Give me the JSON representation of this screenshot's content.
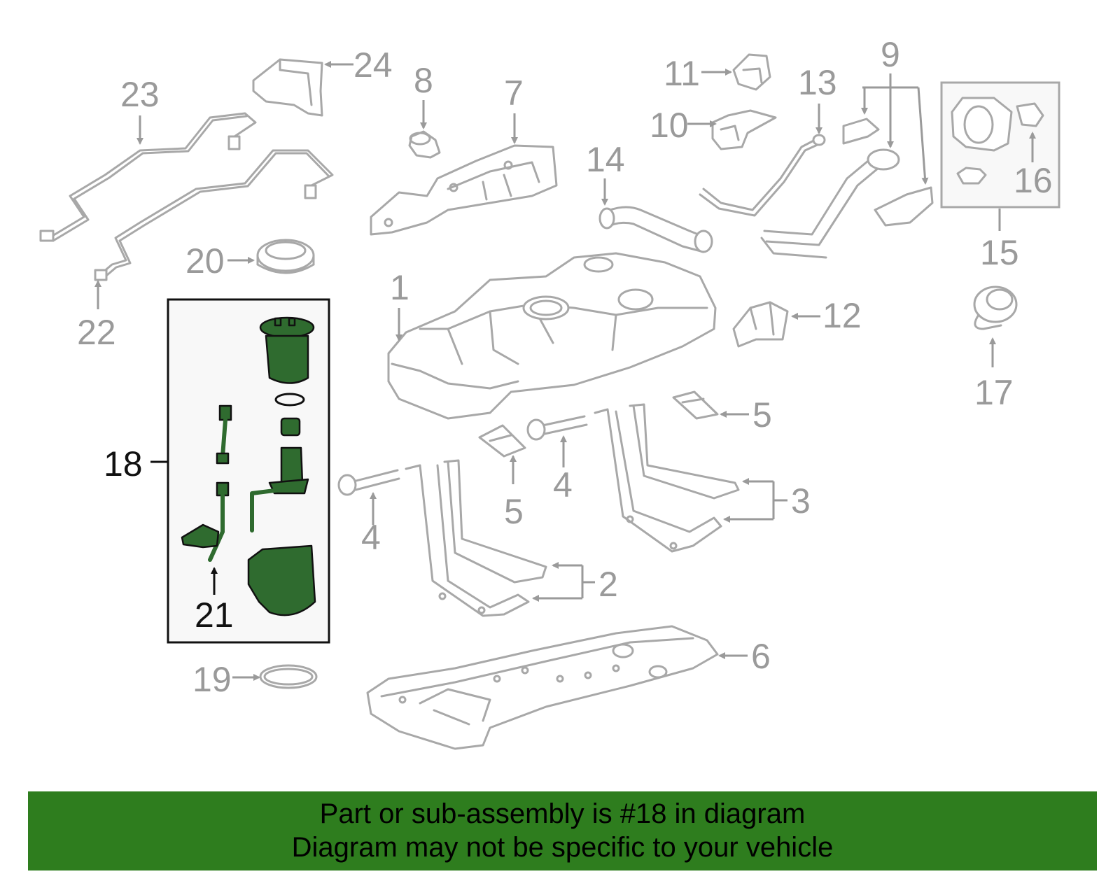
{
  "callouts": {
    "c1": "1",
    "c2": "2",
    "c3": "3",
    "c4a": "4",
    "c4b": "4",
    "c5a": "5",
    "c5b": "5",
    "c6": "6",
    "c7": "7",
    "c8": "8",
    "c9": "9",
    "c10": "10",
    "c11": "11",
    "c12": "12",
    "c13": "13",
    "c14": "14",
    "c15": "15",
    "c16": "16",
    "c17": "17",
    "c18": "18",
    "c19": "19",
    "c20": "20",
    "c21": "21",
    "c22": "22",
    "c23": "23",
    "c24": "24"
  },
  "highlight_color": "#2f6b2f",
  "banner": {
    "line1": "Part or sub-assembly is #18 in diagram",
    "line2": "Diagram may not be specific to your vehicle",
    "color": "#2e7d1e"
  }
}
